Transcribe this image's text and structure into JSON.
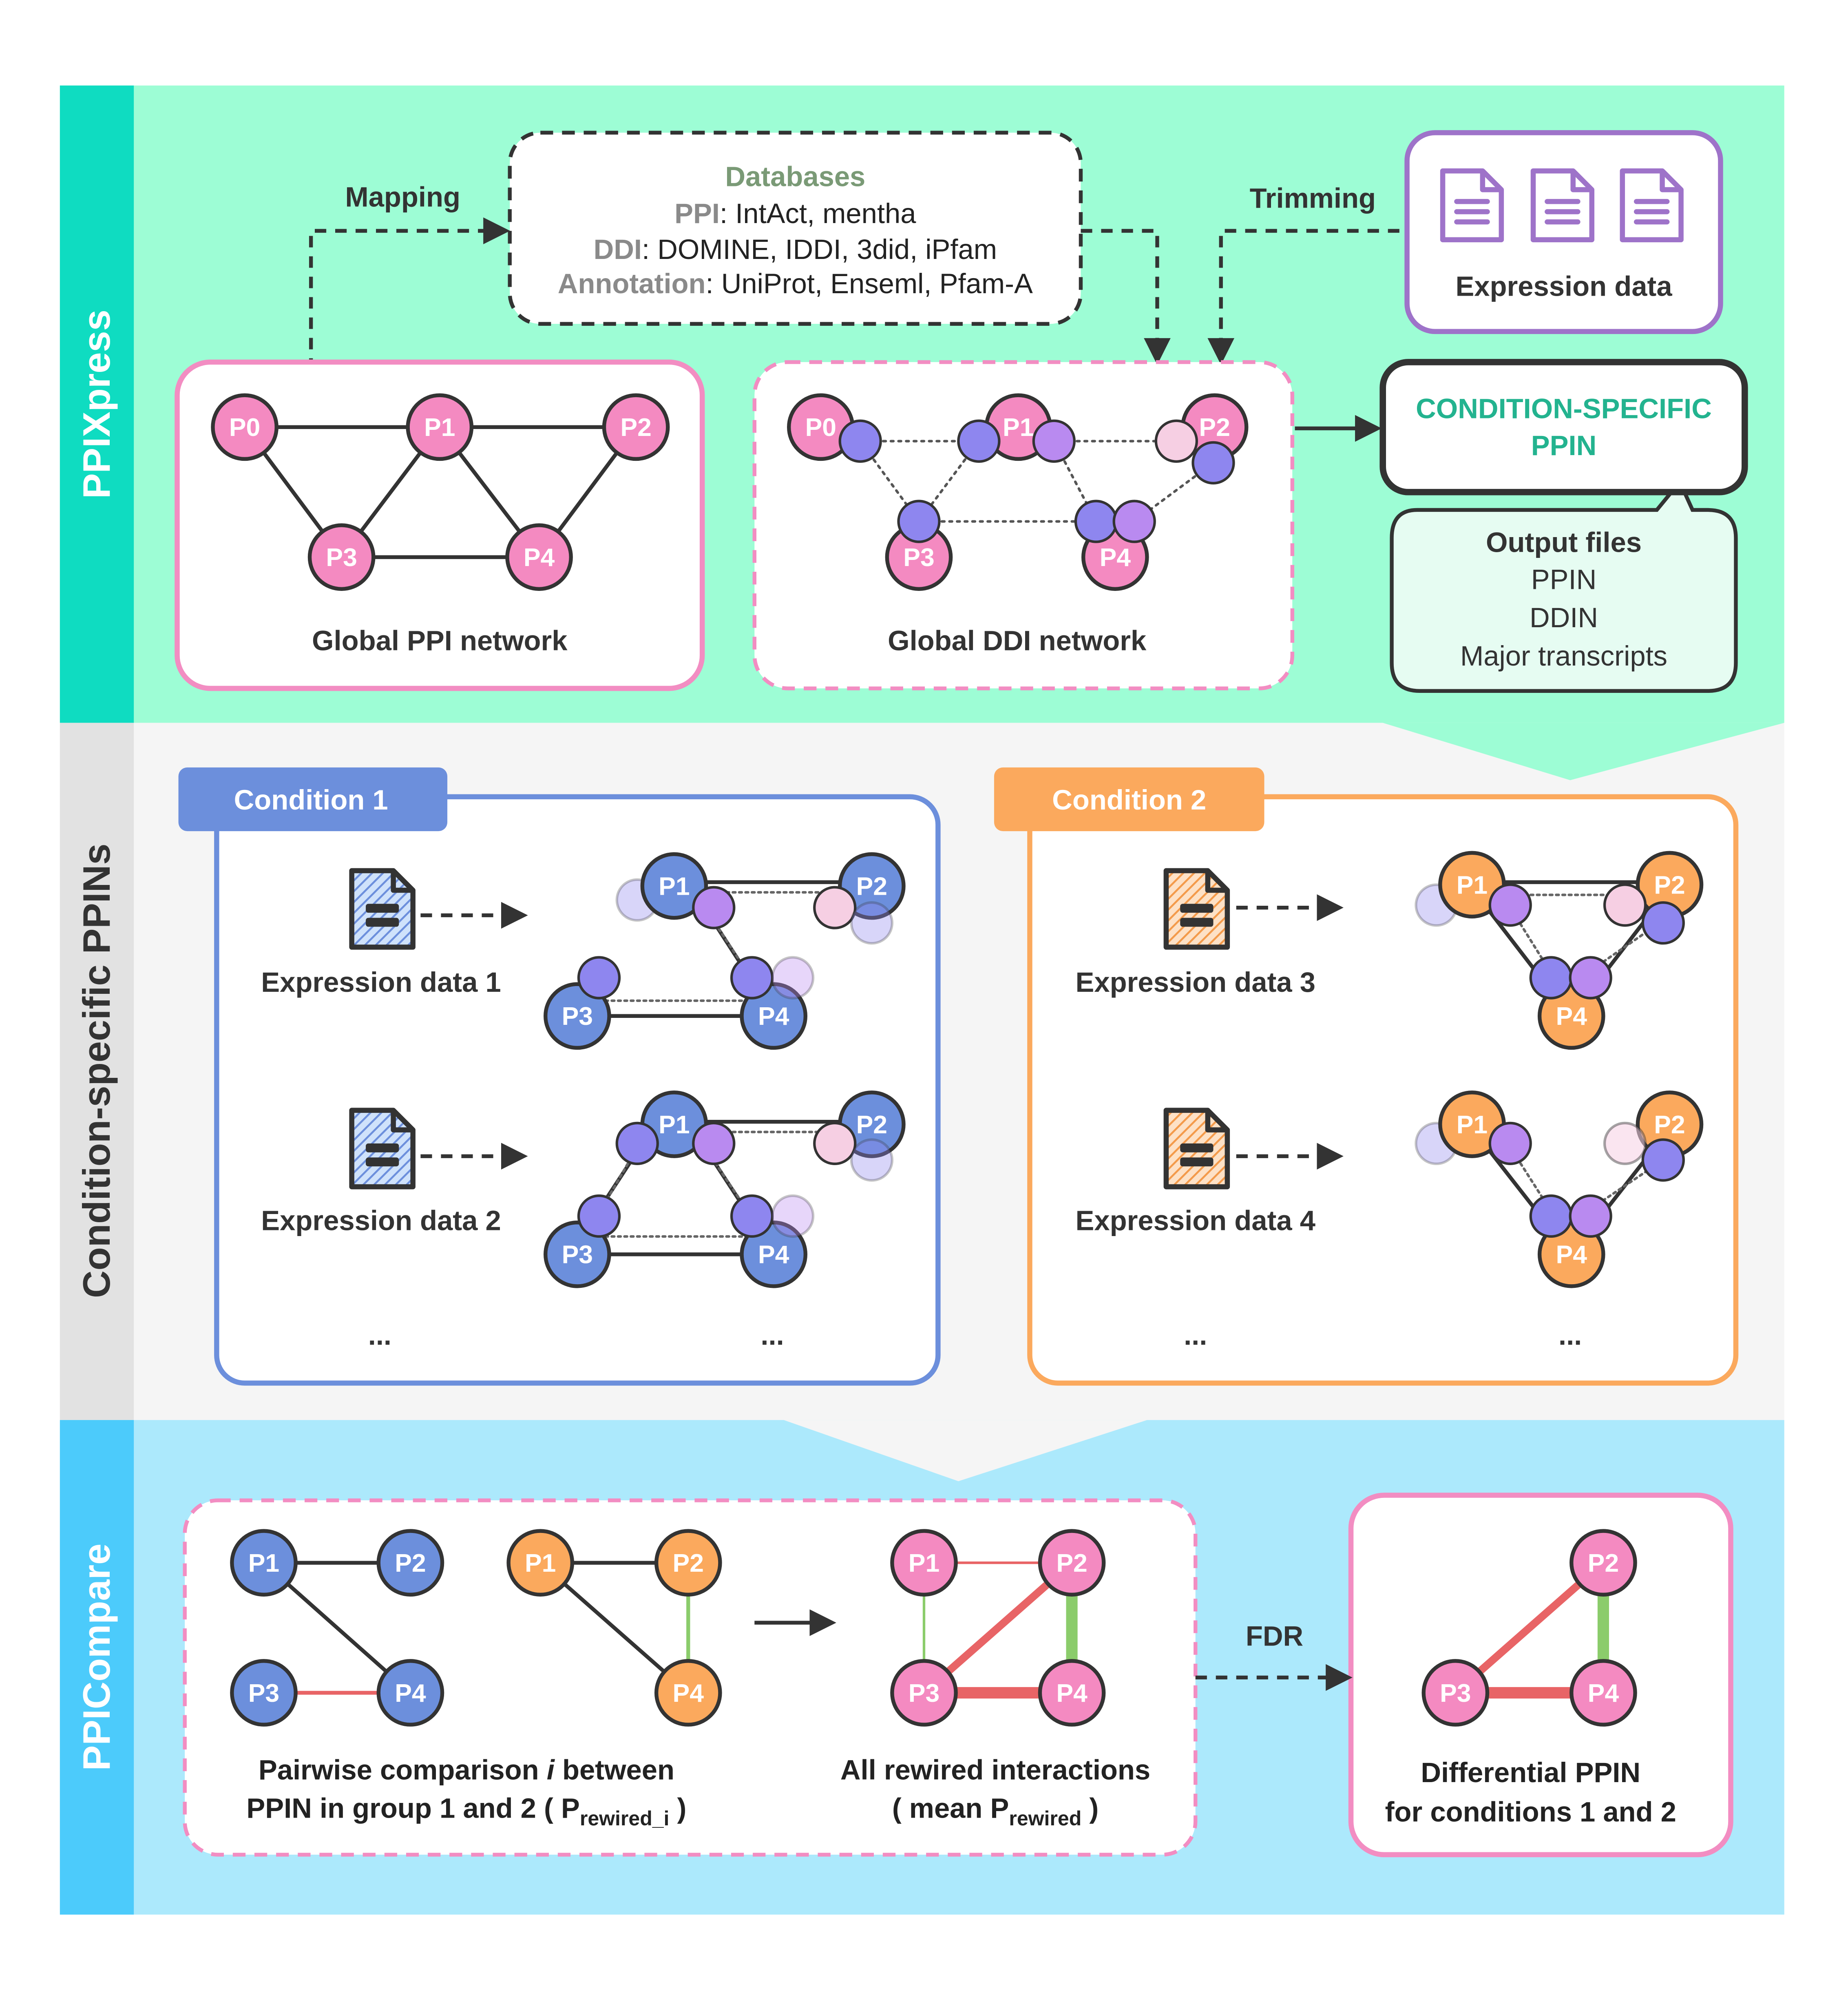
{
  "colors": {
    "mint_band": "#9dfdd5",
    "mint_tab": "#0fdcc1",
    "grey_band": "#f5f5f5",
    "grey_tab": "#e2e2e2",
    "cyan_band": "#ace9fc",
    "cyan_tab": "#4ccbfb",
    "pink_node": "#f48ac1",
    "pink_border": "#f28dc2",
    "domain_blue": "#8e86ef",
    "domain_purple": "#b98af0",
    "blue_node": "#6c8fdc",
    "orange_node": "#fba95d",
    "teal_text": "#23b38f",
    "sage_text": "#7a9a76",
    "purple_doc": "#9e73c9",
    "rewired_red": "#e86466",
    "rewired_green": "#8bcc6b"
  },
  "bands": {
    "ppixpress": "PPIXpress",
    "condition_ppins": "Condition-specific PPINs",
    "ppicompare": "PPICompare"
  },
  "top": {
    "mapping": "Mapping",
    "trimming": "Trimming",
    "databases": {
      "title": "Databases",
      "ppi_key": "PPI",
      "ppi_value": ": IntAct, mentha",
      "ddi_key": "DDI",
      "ddi_value": ": DOMINE, IDDI, 3did, iPfam",
      "annotation_key": "Annotation",
      "annotation_value": ": UniProt, Enseml, Pfam-A"
    },
    "expression_data": "Expression data",
    "global_ppi": "Global PPI network",
    "global_ddi": "Global DDI network",
    "condition_specific_ppin": [
      "CONDITION-SPECIFIC",
      "PPIN"
    ],
    "output_files": {
      "title": "Output files",
      "items": [
        "PPIN",
        "DDIN",
        "Major transcripts"
      ]
    },
    "nodes": [
      "P0",
      "P1",
      "P2",
      "P3",
      "P4"
    ]
  },
  "middle": {
    "condition1": {
      "label": "Condition 1",
      "datasets": [
        "Expression data 1",
        "Expression data 2"
      ],
      "ellipsis": "..."
    },
    "condition2": {
      "label": "Condition 2",
      "datasets": [
        "Expression data 3",
        "Expression data 4"
      ],
      "ellipsis": "..."
    },
    "nodes": [
      "P1",
      "P2",
      "P3",
      "P4"
    ]
  },
  "bottom": {
    "pairwise": {
      "line1_a": "Pairwise comparison ",
      "line1_i": "i",
      "line1_b": " between",
      "line2_a": "PPIN in group 1 and 2 ( P",
      "line2_sub": "rewired_i",
      "line2_b": " )"
    },
    "all_rewired": {
      "line1": "All rewired interactions",
      "line2_a": "( mean P",
      "line2_sub": "rewired",
      "line2_b": " )"
    },
    "fdr": "FDR",
    "differential": [
      "Differential PPIN",
      "for conditions 1 and 2"
    ],
    "nodes": [
      "P1",
      "P2",
      "P3",
      "P4"
    ]
  }
}
